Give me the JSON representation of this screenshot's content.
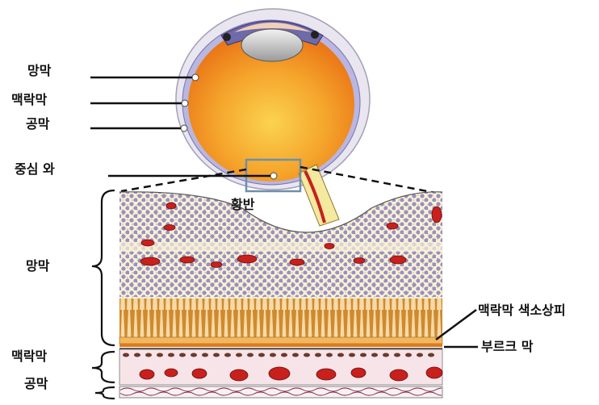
{
  "labels": {
    "retina_top": "망막",
    "choroid_top": "맥락막",
    "sclera_top": "공막",
    "fovea": "중심 와",
    "macula": "황반",
    "retina_section": "망막",
    "rpe": "맥락막 색소상피",
    "bruch": "부르크 막",
    "choroid_section": "맥락막",
    "sclera_section": "공막"
  },
  "colors": {
    "eye_orange": "#f08a1e",
    "eye_center": "#f9c44a",
    "retina_bg": "#f8f0d8",
    "nuclei": "#8e86c4",
    "photoreceptors": "#cf8a2e",
    "rpe_band": "#f2b860",
    "choroid_bg": "#f6e4e8",
    "vessel_red": "#c8201c",
    "sclera_fibers": "#7a1e3e",
    "macula_box": "#6e8faa"
  }
}
